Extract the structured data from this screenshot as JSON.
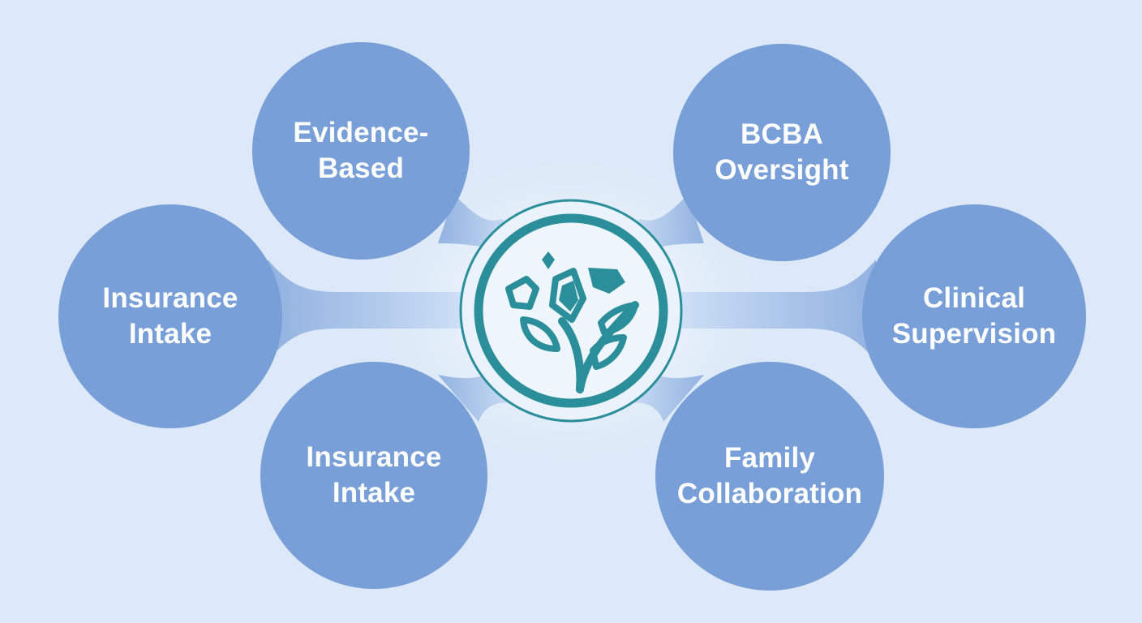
{
  "colors": {
    "background": "#dde9f8",
    "bubble": "#789fd8",
    "bubble_text": "#ffffff",
    "logo_teal": "#2a8f9a",
    "logo_fill": "#eaf3fb"
  },
  "center": {
    "icon": "sprouting-plant-icon"
  },
  "nodes": [
    {
      "id": "evidence",
      "label": "Evidence-\nBased"
    },
    {
      "id": "bcba",
      "label": "BCBA\nOversight"
    },
    {
      "id": "insurance_left",
      "label": "Insurance\nIntake"
    },
    {
      "id": "clinical",
      "label": "Clinical\nSupervision"
    },
    {
      "id": "insurance_bottom",
      "label": "Insurance\nIntake"
    },
    {
      "id": "family",
      "label": "Family\nCollaboration"
    }
  ]
}
